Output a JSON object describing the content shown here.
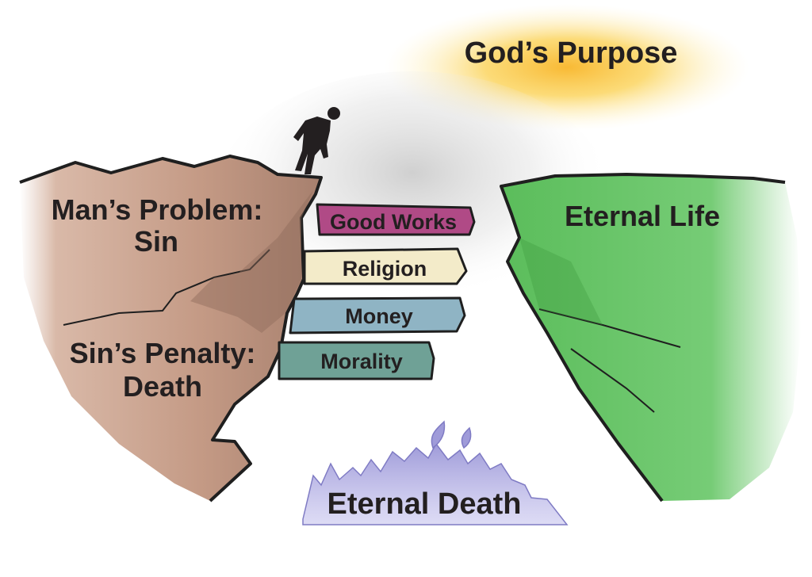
{
  "labels": {
    "gods_purpose": "God’s Purpose",
    "mans_problem_line1": "Man’s Problem:",
    "mans_problem_line2": "Sin",
    "sins_penalty_line1": "Sin’s Penalty:",
    "sins_penalty_line2": "Death",
    "eternal_life": "Eternal Life",
    "eternal_death": "Eternal Death"
  },
  "planks": [
    {
      "label": "Good Works",
      "color": "#b04a86"
    },
    {
      "label": "Religion",
      "color": "#f3ebc9"
    },
    {
      "label": "Money",
      "color": "#8fb4c4"
    },
    {
      "label": "Morality",
      "color": "#6fa196"
    }
  ],
  "colors": {
    "left_cliff": "#c49a85",
    "right_cliff": "#6fc56f",
    "sun_glow": "#fbd256",
    "fire": "#9f9bd9",
    "outline": "#1f1f1f"
  }
}
